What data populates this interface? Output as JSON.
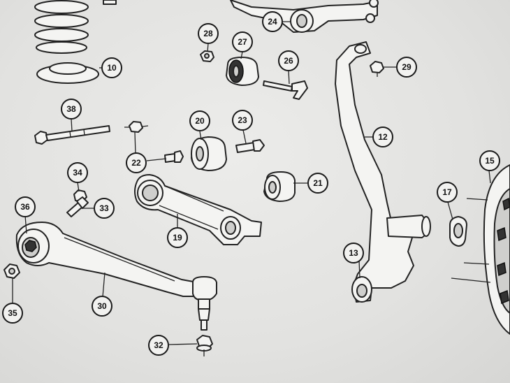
{
  "diagram": {
    "callouts": [
      {
        "id": "c10",
        "label": "10"
      },
      {
        "id": "c12",
        "label": "12"
      },
      {
        "id": "c13",
        "label": "13"
      },
      {
        "id": "c15",
        "label": "15"
      },
      {
        "id": "c17",
        "label": "17"
      },
      {
        "id": "c19",
        "label": "19"
      },
      {
        "id": "c20",
        "label": "20"
      },
      {
        "id": "c21",
        "label": "21"
      },
      {
        "id": "c22",
        "label": "22"
      },
      {
        "id": "c23",
        "label": "23"
      },
      {
        "id": "c24",
        "label": "24"
      },
      {
        "id": "c26",
        "label": "26"
      },
      {
        "id": "c27",
        "label": "27"
      },
      {
        "id": "c28",
        "label": "28"
      },
      {
        "id": "c29",
        "label": "29"
      },
      {
        "id": "c30",
        "label": "30"
      },
      {
        "id": "c32",
        "label": "32"
      },
      {
        "id": "c33",
        "label": "33"
      },
      {
        "id": "c34",
        "label": "34"
      },
      {
        "id": "c35",
        "label": "35"
      },
      {
        "id": "c36",
        "label": "36"
      },
      {
        "id": "c38",
        "label": "38"
      }
    ]
  }
}
